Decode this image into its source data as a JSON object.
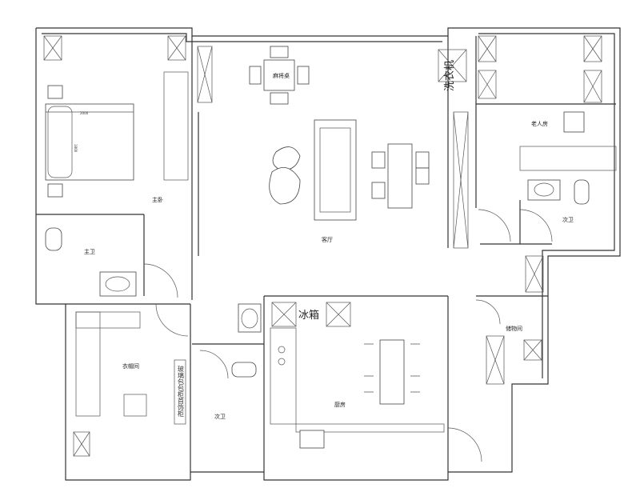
{
  "rooms": {
    "mahjong_table": "麻将桌",
    "living_room": "客厅",
    "master_bedroom": "主卧",
    "elder_room": "老人房",
    "second_bath_right": "次卫",
    "master_bath": "主卫",
    "walk_in_closet": "衣帽间",
    "second_bath_bottom": "次卫",
    "kitchen": "厨房",
    "storage_room": "储物间"
  },
  "appliances": {
    "washing_machine": "洗衣机",
    "fridge": "冰箱"
  },
  "cabinets": {
    "glass_bag_cabinet": "玻璃包包柜首饰柜"
  },
  "dimensions": {
    "bed_width": "2000",
    "bed_length": "1800"
  }
}
